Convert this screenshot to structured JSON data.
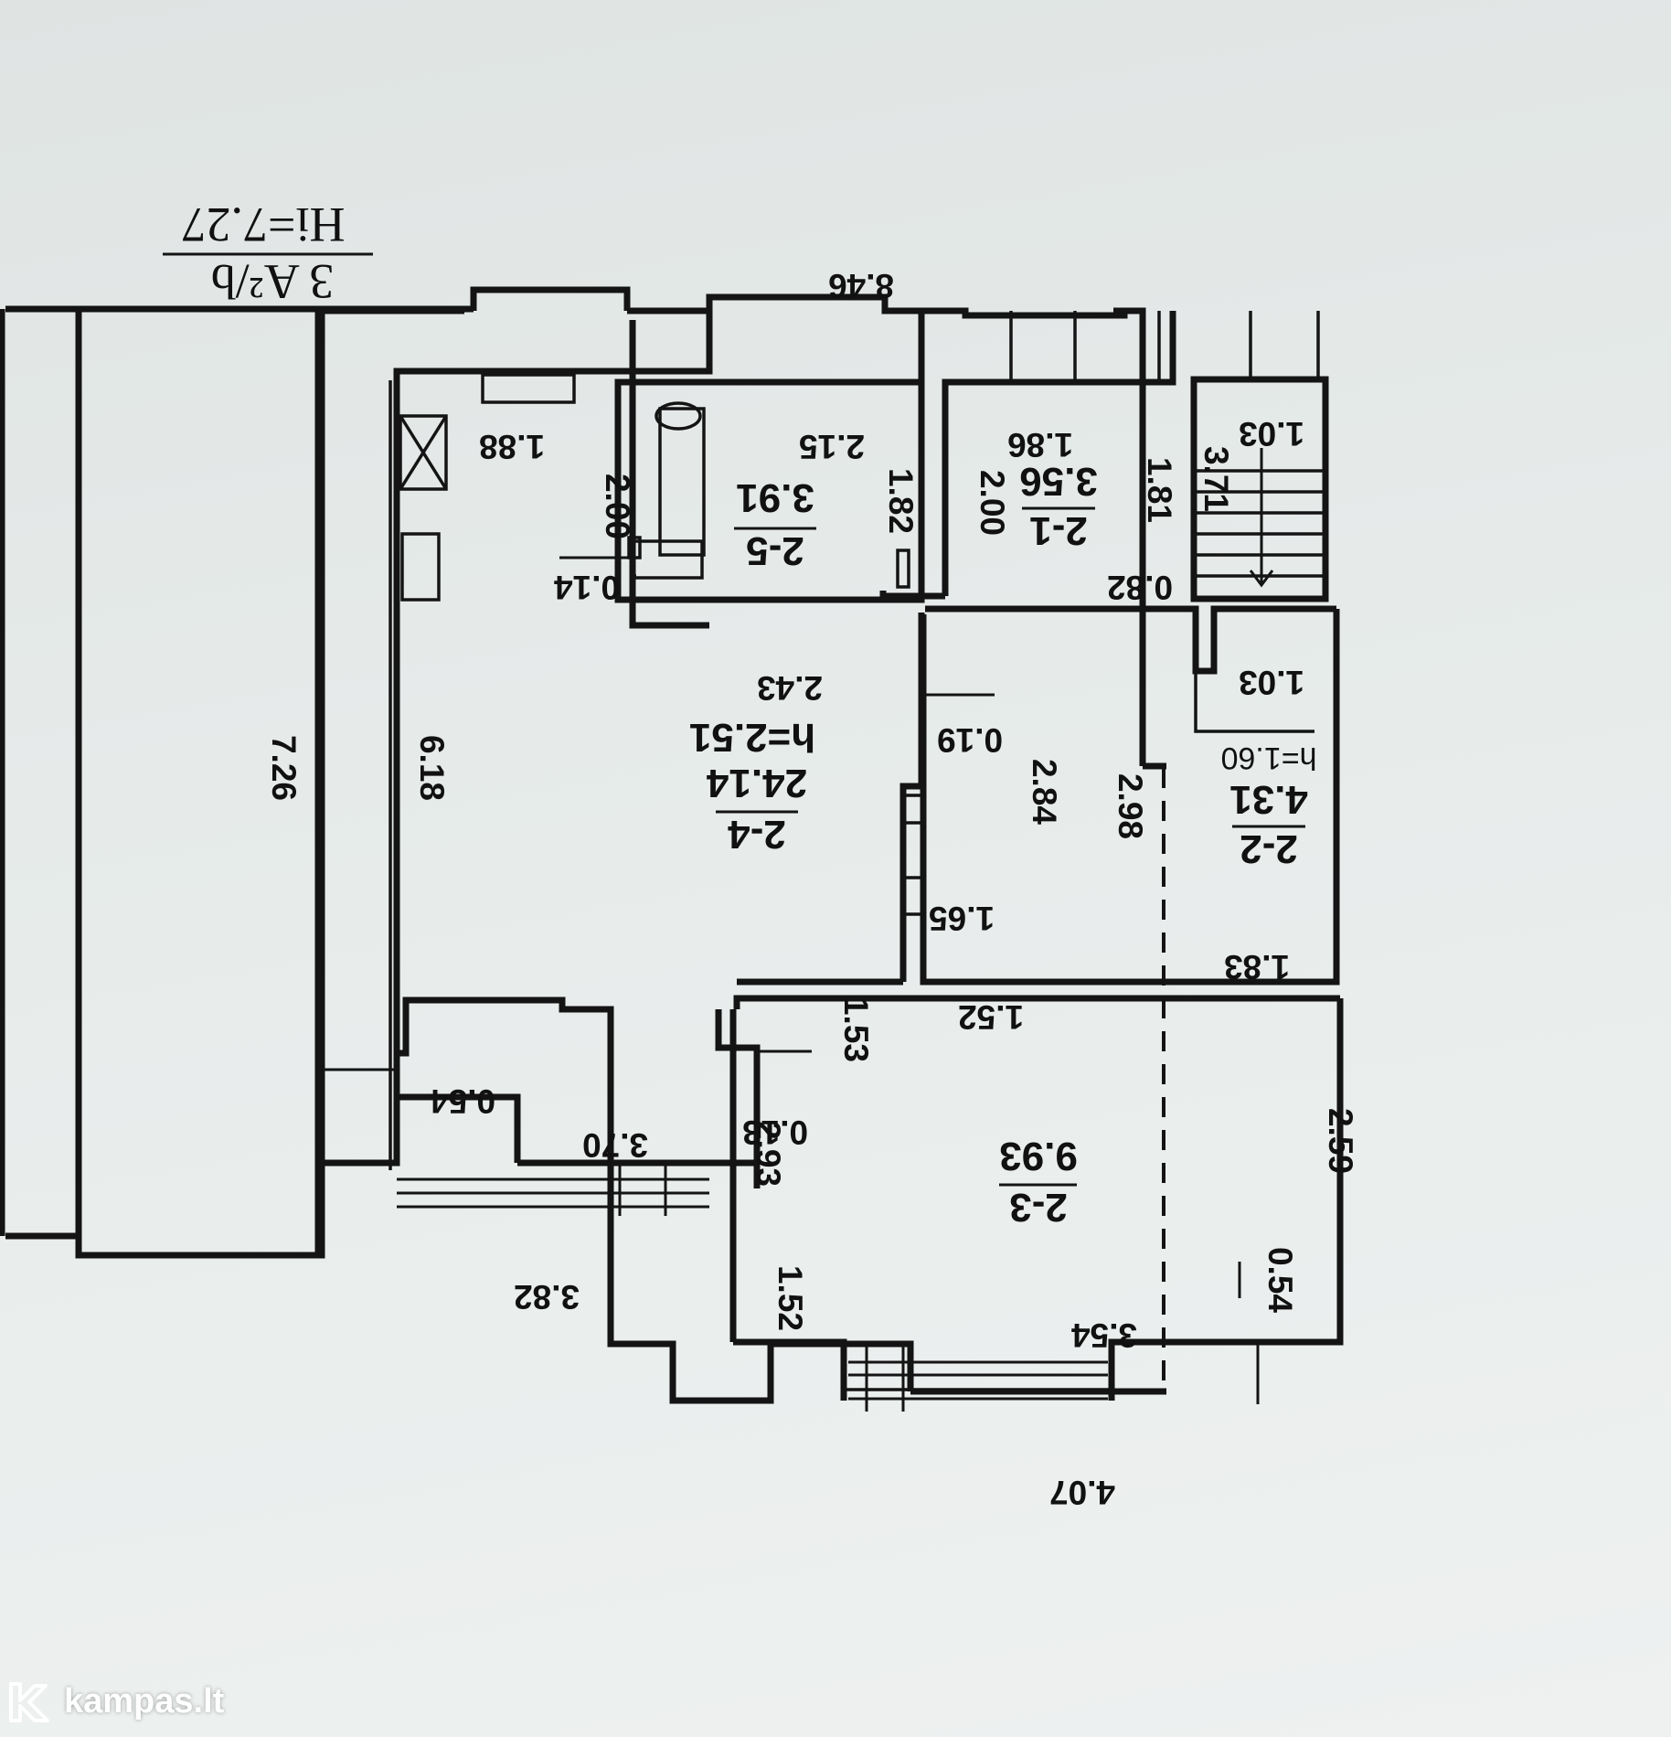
{
  "header": {
    "title": "3 A²/b",
    "subtitle": "Hi=7.27"
  },
  "rooms": [
    {
      "id": "2-4",
      "area": "24.14",
      "height": "h=2.51"
    },
    {
      "id": "2-5",
      "area": "3.91"
    },
    {
      "id": "2-1",
      "area": "3.56"
    },
    {
      "id": "2-2",
      "area": "4.31",
      "height": "h=1.60"
    },
    {
      "id": "2-3",
      "area": "9.93"
    }
  ],
  "dimensions": {
    "top_total": "8.46",
    "left_outer": "7.26",
    "left_inner": "6.18",
    "right_outer": "3.71",
    "bottom_left": "3.82",
    "bottom_right": "4.07",
    "kitchen_top": "1.88",
    "kitchen_wall": "2.00",
    "partition_014": "0.14",
    "hall_width": "2.43",
    "bath_width": "2.15",
    "bath_height": "1.82",
    "room21_width": "1.86",
    "room21_height_a": "2.00",
    "room21_height_b": "1.81",
    "room21_door": "0.82",
    "stair_top": "1.03",
    "room22_top": "1.03",
    "room22_height": "2.98",
    "room22_bottom": "1.83",
    "hall_right": "2.84",
    "partition_019": "0.19",
    "opening_165": "1.65",
    "room23_top": "1.52",
    "step_153": "1.53",
    "partition_013": "0.13",
    "hall_bottom": "3.70",
    "wall_054_left": "0.54",
    "room23_left": "2.93",
    "room23_right": "2.59",
    "room23_bottom": "3.54",
    "wall_054_right": "0.54",
    "step_152": "1.52"
  },
  "watermark": {
    "text": "kampas.lt"
  }
}
